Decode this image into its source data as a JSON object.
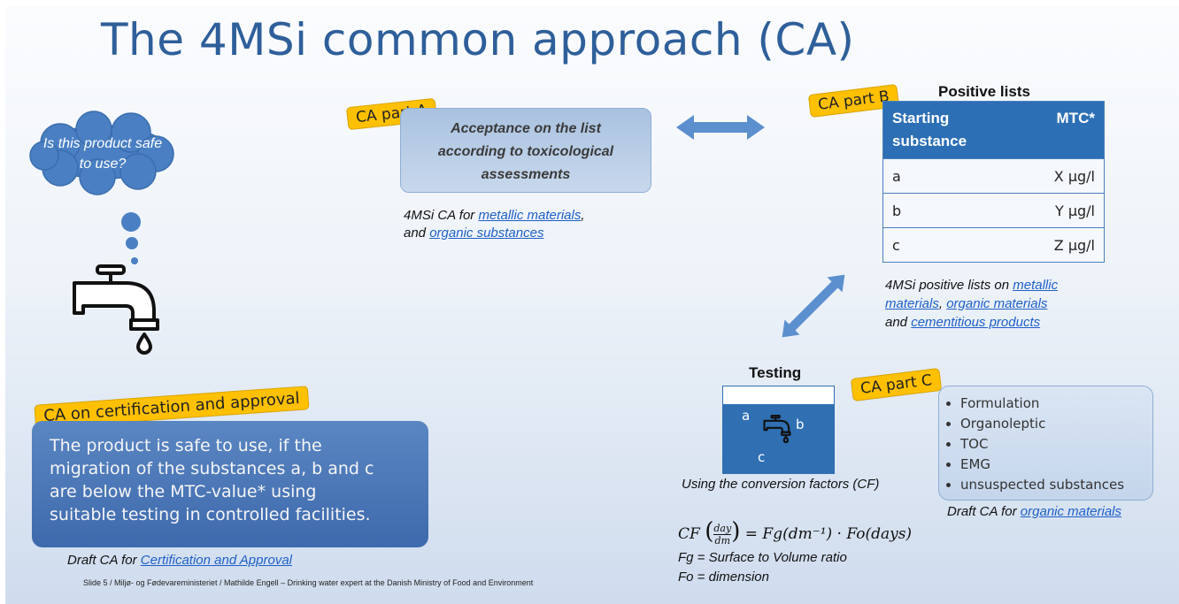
{
  "title": "The 4MSi common approach (CA)",
  "cloud_text": "Is this product safe to use?",
  "part_a": {
    "tag": "CA part A",
    "lines": [
      "Acceptance on the list",
      "according to toxicological",
      "assessments"
    ],
    "note": {
      "prefix": "4MSi CA for ",
      "link1": "metallic materials",
      "comma": ",",
      "and": "and ",
      "link2": "organic substances"
    }
  },
  "part_b": {
    "tag": "CA part B",
    "heading": "Positive lists",
    "table": {
      "headers": [
        "Starting substance",
        "MTC*"
      ],
      "rows": [
        [
          "a",
          "X µg/l"
        ],
        [
          "b",
          "Y µg/l"
        ],
        [
          "c",
          "Z µg/l"
        ]
      ]
    },
    "note": {
      "prefix": "4MSi positive lists on ",
      "link1a": "metallic",
      "link1b": "materials",
      "comma": ", ",
      "link2": "organic materials",
      "and": "and ",
      "link3": "cementitious products"
    }
  },
  "part_c": {
    "tag": "CA part C",
    "testing_label": "Testing",
    "box_labels": [
      "a",
      "b",
      "c"
    ],
    "criteria": [
      "Formulation",
      "Organoleptic",
      "TOC",
      "EMG",
      "unsuspected substances"
    ],
    "note": {
      "prefix": "Draft CA for ",
      "link": "organic materials"
    },
    "cf_note": "Using the conversion factors (CF)"
  },
  "formula": {
    "lhs": "CF",
    "frac_num": "day",
    "frac_den": "dm",
    "rhs": "= Fg(dm⁻¹) · Fo(days)",
    "legend": [
      "Fg = Surface to Volume ratio",
      "Fo = dimension"
    ]
  },
  "certification": {
    "tag": "CA on certification and approval",
    "lines": [
      "The product is safe to use, if the",
      "migration of the substances a, b and c",
      "are below the MTC-value* using",
      "suitable testing in controlled facilities.",
      ""
    ],
    "note": {
      "prefix": "Draft CA for ",
      "link": "Certification and Approval"
    }
  },
  "footer": "Slide 5 / Miljø- og Fødevareministeriet / Mathilde Engell – Drinking water expert at the Danish Ministry of Food and Environment",
  "colors": {
    "title": "#2e5f9a",
    "tag": "#ffc000",
    "table_header": "#2d6fb4",
    "link": "#1f5fc8",
    "certification_box": "#4a76b8"
  }
}
